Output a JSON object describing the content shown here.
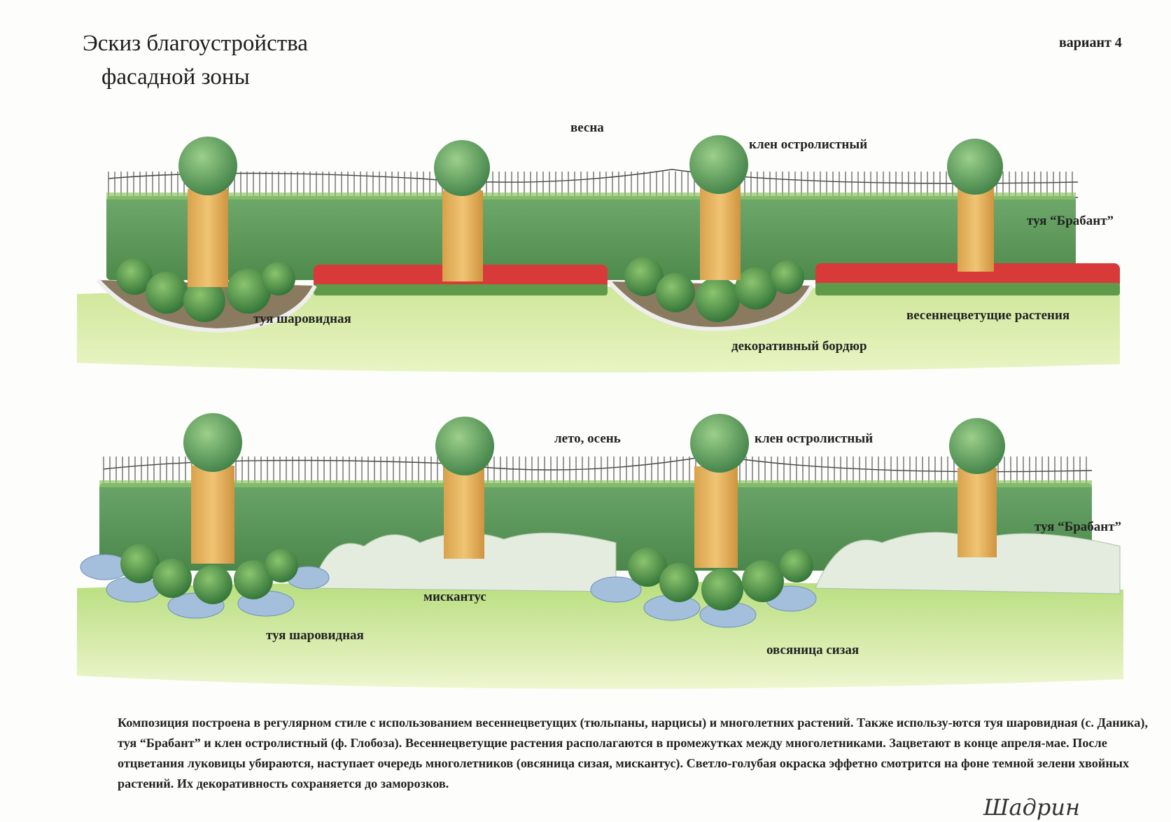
{
  "header": {
    "title_line1": "Эскиз благоустройства",
    "title_line2": "фасадной зоны",
    "variant": "вариант 4"
  },
  "scenes": [
    {
      "season": "весна",
      "labels": {
        "maple": "клен остролистный",
        "thuja_brabant": "туя “Брабант”",
        "thuja_globe": "туя шаровидная",
        "spring_plants": "весеннецветущие растения",
        "border": "декоративный бордюр"
      }
    },
    {
      "season": "лето, осень",
      "labels": {
        "maple": "клен остролистный",
        "thuja_brabant": "туя “Брабант”",
        "miscanthus": "мискантус",
        "thuja_globe": "туя шаровидная",
        "fescue": "овсяница сизая"
      }
    }
  ],
  "description": "Композиция  построена в регулярном стиле с использованием весеннецветущих (тюльпаны, нарцисы) и многолетних растений. Также использу-ются туя шаровидная (с. Даника), туя “Брабант” и клен остролистный (ф. Глобоза). Весеннецветущие растения располагаются в промежутках между многолетниками. Зацветают в конце апреля-мае. После отцветания луковицы убираются, наступает очередь многолетников (овсяница сизая, мискантус). Светло-голубая окраска эффетно смотрится на фоне темной зелени хвойных растений.  Их декоративность  сохраняется до заморозков.",
  "signature": "Шадрин",
  "colors": {
    "hedge": "#5f9a5a",
    "lawn": "#bfe08a",
    "brick": "#e7b55e",
    "tulip": "#d83a3a",
    "fescue": "#9db9d8",
    "grass": "#dfeadf"
  }
}
